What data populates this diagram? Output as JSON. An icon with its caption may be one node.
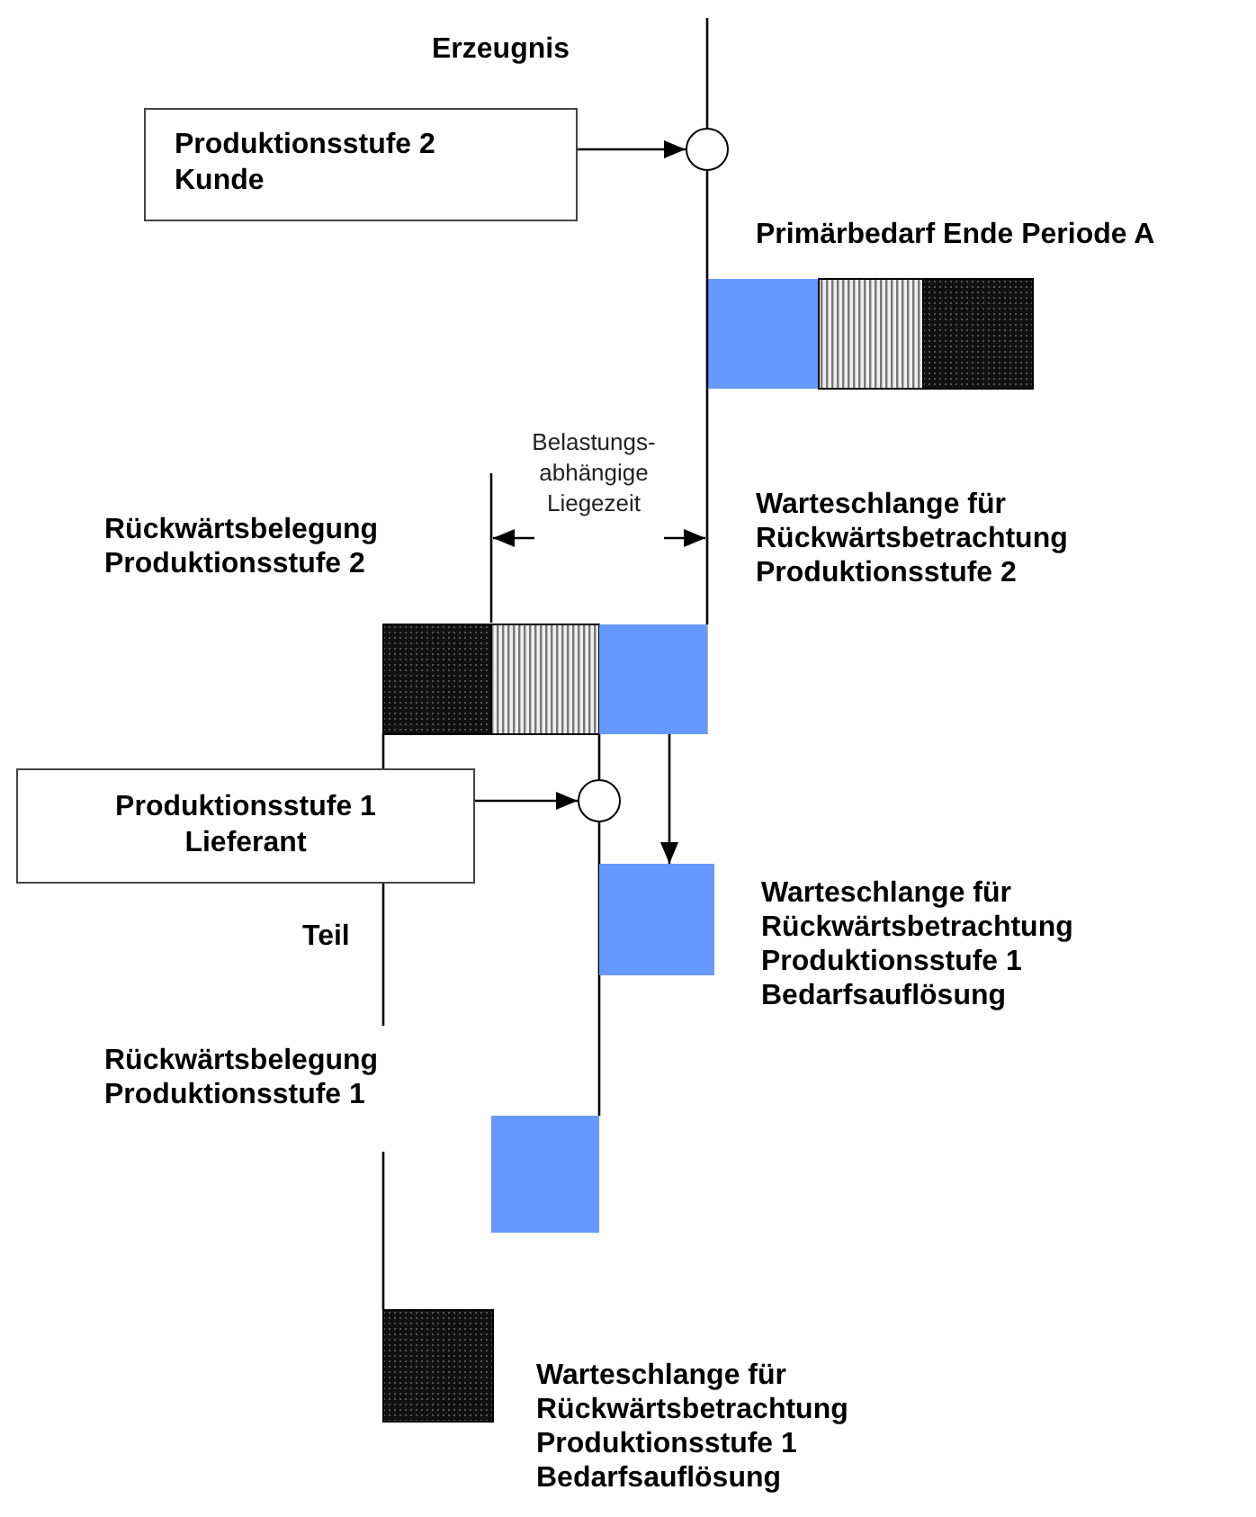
{
  "diagram": {
    "nodes": [
      {
        "text": [
          "Produktionsstufe 2 Kunde"
        ]
      },
      {
        "text": [],
        "shape": "circle"
      },
      {
        "text": [],
        "shape": "box"
      },
      {
        "text": [
          "Produktionsstufe 1 Lieferant"
        ]
      },
      {
        "text": [],
        "shape": "circle"
      },
      {
        "text": [],
        "shape": "box"
      },
      {
        "text": [],
        "shape": "box"
      }
    ],
    "edges": [
      {
        "from": 0,
        "to": 1,
        "arrow": "to"
      },
      {
        "from": 3,
        "to": 4,
        "arrow": "to"
      },
      {
        "from": 2,
        "to": 5,
        "arrow": "to"
      },
      {
        "from": null,
        "to": 1,
        "arrow": "none"
      },
      {
        "from": 1,
        "to": 2,
        "arrow": "none"
      },
      {
        "from": 2,
        "to": 4,
        "arrow": "none"
      },
      {
        "from": 4,
        "to": 6,
        "arrow": "none"
      }
    ],
    "labels": [
      "Erzeugnis",
      "Primärbedarf Ende Periode A",
      "Belastungs- abhängige Liegezeit",
      "Rückwärtsbelegung Produktionsstufe 2",
      "Warteschlange für Rückwärtsbetrachtung Produktionsstufe 2",
      "Teil",
      "Warteschlange für Rückwärtsbetrachtung Produktionsstufe 1 Bedarfsauflösung",
      "Rückwärtsbelegung Produktionsstufe 1",
      "Warteschlange für Rückwärtsbetrachtung Produktionsstufe 1 Bedarfsauflösung"
    ]
  }
}
